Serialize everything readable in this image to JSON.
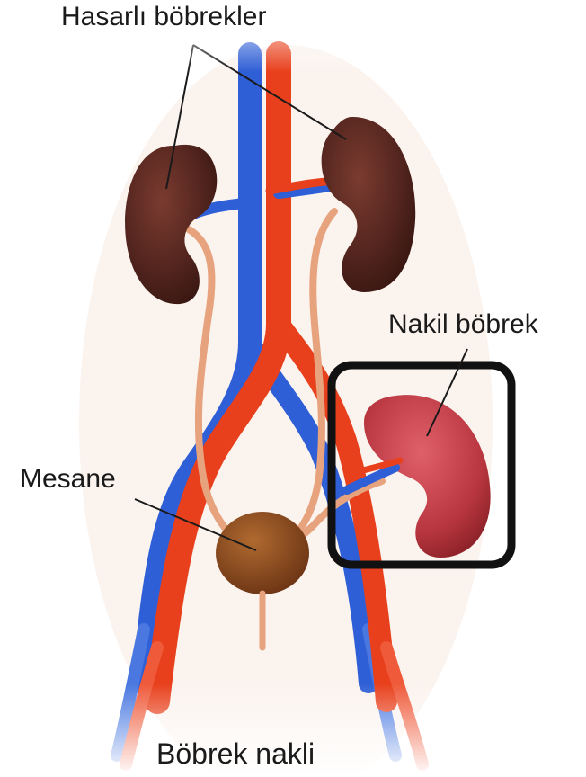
{
  "labels": {
    "damaged_kidneys": "Hasarlı böbrekler",
    "transplant_kidney": "Nakil böbrek",
    "bladder": "Mesane",
    "caption": "Böbrek nakli"
  },
  "colors": {
    "artery": "#e8401c",
    "vein": "#2f5fd6",
    "damaged_kidney": "#5a2a22",
    "transplant_kidney": "#c8434b",
    "bladder": "#8a4a1c",
    "ureter": "#e7a27e",
    "highlight_box": "#111111"
  }
}
